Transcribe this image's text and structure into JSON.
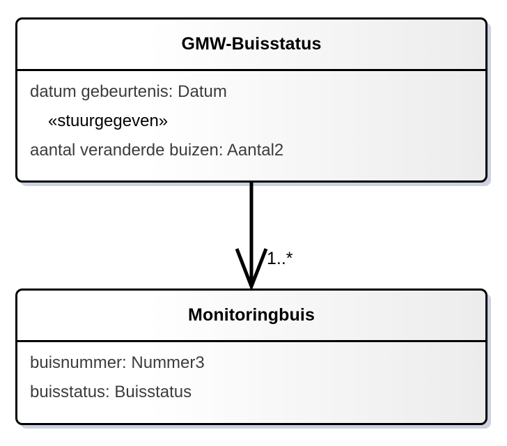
{
  "diagram": {
    "type": "uml-class-diagram",
    "background_color": "#ffffff",
    "border_color": "#000000",
    "shadow_color": "#ccd2de",
    "title_text_color": "#000000",
    "attribute_text_color": "#3c3c3c"
  },
  "classes": [
    {
      "id": "gmw-buisstatus",
      "name": "GMW-Buisstatus",
      "attributes": [
        {
          "text": "datum gebeurtenis: Datum",
          "kind": "attribute"
        },
        {
          "text": "«stuurgegeven»",
          "kind": "stereotype"
        },
        {
          "text": "aantal veranderde buizen: Aantal2",
          "kind": "attribute"
        }
      ]
    },
    {
      "id": "monitoringbuis",
      "name": "Monitoringbuis",
      "attributes": [
        {
          "text": "buisnummer: Nummer3",
          "kind": "attribute"
        },
        {
          "text": "buisstatus: Buisstatus",
          "kind": "attribute"
        }
      ]
    }
  ],
  "associations": [
    {
      "id": "gmw-buisstatus-to-monitoringbuis",
      "source": "GMW-Buisstatus",
      "target": "Monitoringbuis",
      "arrow_style": "open-arrowhead",
      "direction": "down",
      "target_multiplicity": "1..*"
    }
  ]
}
